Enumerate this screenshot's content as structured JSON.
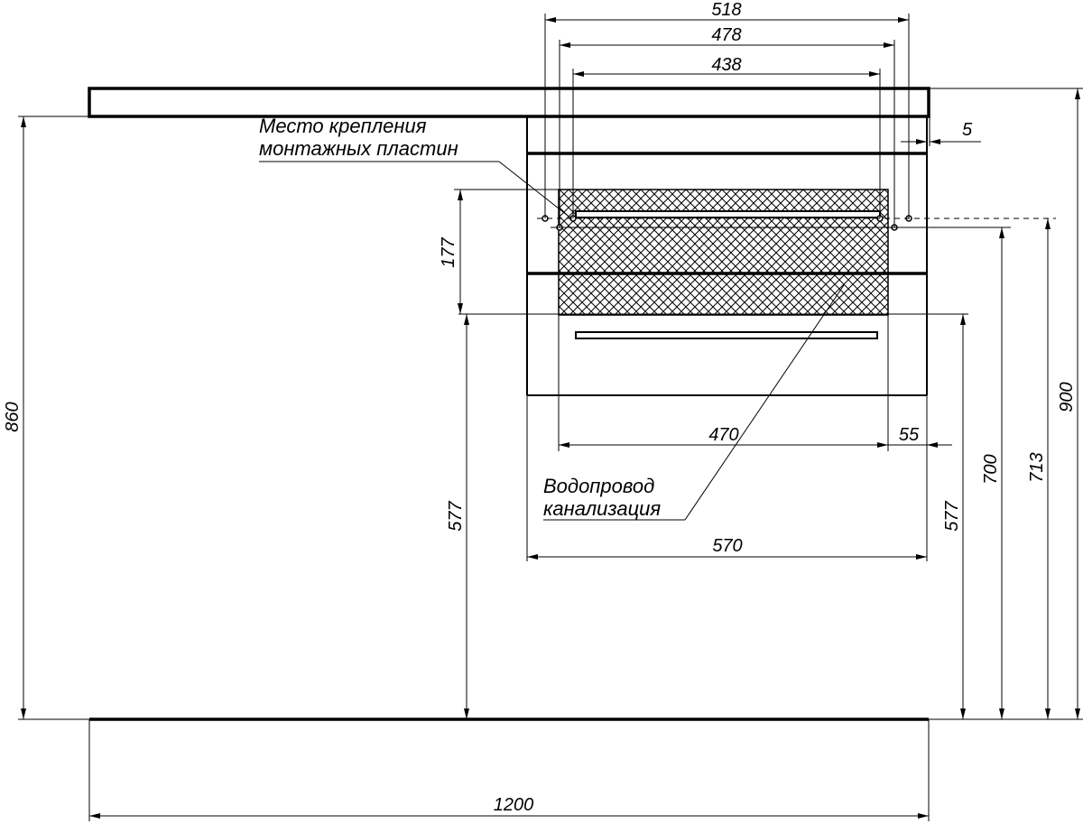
{
  "drawing": {
    "title": "Cabinet mounting diagram",
    "colors": {
      "line": "#000000",
      "background": "#ffffff"
    },
    "labels": {
      "mounting_line1": "Место крепления",
      "mounting_line2": "монтажных пластин",
      "plumbing_line1": "Водопровод",
      "plumbing_line2": "канализация"
    },
    "dimensions": {
      "top_518": "518",
      "top_478": "478",
      "top_438": "438",
      "offset_5": "5",
      "height_177": "177",
      "width_470": "470",
      "width_55": "55",
      "width_570": "570",
      "height_577_left": "577",
      "height_577_right": "577",
      "height_700": "700",
      "height_713": "713",
      "height_900": "900",
      "height_860": "860",
      "width_1200": "1200"
    }
  }
}
